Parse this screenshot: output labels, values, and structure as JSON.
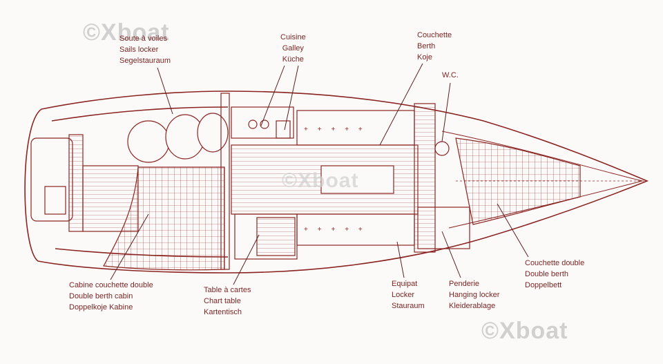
{
  "watermark": "©Xboat",
  "labels": {
    "sails_locker": [
      "Soute à voiles",
      "Sails locker",
      "Segelstauraum"
    ],
    "galley": [
      "Cuisine",
      "Galley",
      "Küche"
    ],
    "berth": [
      "Couchette",
      "Berth",
      "Koje"
    ],
    "wc": [
      "W.C."
    ],
    "double_berth_cabin": [
      "Cabine couchette double",
      "Double berth cabin",
      "Doppelkoje Kabine"
    ],
    "chart_table": [
      "Table à cartes",
      "Chart table",
      "Kartentisch"
    ],
    "locker": [
      "Equipat",
      "Locker",
      "Stauraum"
    ],
    "hanging_locker": [
      "Penderie",
      "Hanging locker",
      "Kleiderablage"
    ],
    "double_berth": [
      "Couchette double",
      "Double berth",
      "Doppelbett"
    ]
  },
  "colors": {
    "line": "#8a2421",
    "text": "#7a2624",
    "background": "#fcfaf9"
  }
}
